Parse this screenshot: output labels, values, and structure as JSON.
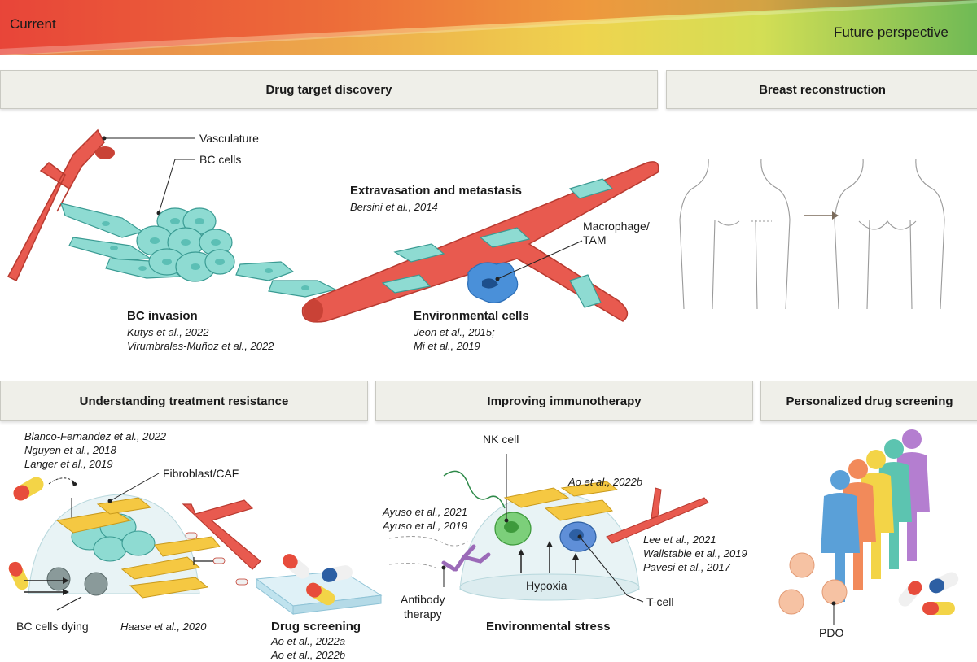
{
  "banner": {
    "left_label": "Current",
    "right_label": "Future perspective",
    "colors": {
      "red": "#e8463a",
      "orange": "#f3a33a",
      "yellow": "#f2e24a",
      "green": "#2f9e4a"
    }
  },
  "panels": {
    "drug_target": {
      "title": "Drug target discovery",
      "vasculature_label": "Vasculature",
      "bc_cells_label": "BC cells",
      "bc_invasion": {
        "title": "BC invasion",
        "citations": [
          "Kutys et al., 2022",
          "Virumbrales-Muñoz et al., 2022"
        ]
      },
      "extravasation": {
        "title": "Extravasation and metastasis",
        "citations": [
          "Bersini et al., 2014"
        ]
      },
      "macrophage_label": [
        "Macrophage/",
        "TAM"
      ],
      "environmental": {
        "title": "Environmental cells",
        "citations": [
          "Jeon et al., 2015;",
          "Mi et al., 2019"
        ]
      }
    },
    "breast": {
      "title": "Breast reconstruction"
    },
    "resistance": {
      "title": "Understanding treatment resistance",
      "citations": [
        "Blanco-Fernandez et al., 2022",
        "Nguyen et al., 2018",
        "Langer et al., 2019"
      ],
      "fibroblast_label": "Fibroblast/CAF",
      "bc_dying_label": "BC cells dying",
      "haase_citation": "Haase et al., 2020",
      "drug_screening": {
        "title": "Drug screening",
        "citations": [
          "Ao et al., 2022a",
          "Ao et al., 2022b"
        ]
      }
    },
    "immunotherapy": {
      "title": "Improving immunotherapy",
      "nk_cell_label": "NK cell",
      "ao_citation": "Ao et al., 2022b",
      "ayuso_citations": [
        "Ayuso et al., 2021",
        "Ayuso et al., 2019"
      ],
      "lee_citations": [
        "Lee et al., 2021",
        "Wallstable et al., 2019",
        "Pavesi et al., 2017"
      ],
      "hypoxia_label": "Hypoxia",
      "antibody_label": [
        "Antibody",
        "therapy"
      ],
      "tcell_label": "T-cell",
      "environmental_stress": "Environmental stress"
    },
    "personalized": {
      "title": "Personalized drug screening",
      "pdo_label": "PDO"
    }
  },
  "palette": {
    "cyan": "#7fd4cc",
    "cyan_dark": "#3a9b93",
    "vessel": "#e85a4f",
    "vessel_dark": "#b83a30",
    "macrophage": "#4a90d9",
    "fibroblast": "#f5c842",
    "person_colors": [
      "#5aa0d8",
      "#f28a5a",
      "#f3d447",
      "#5cc4b0",
      "#b47ed0"
    ],
    "organoid": "#f6c2a3"
  }
}
